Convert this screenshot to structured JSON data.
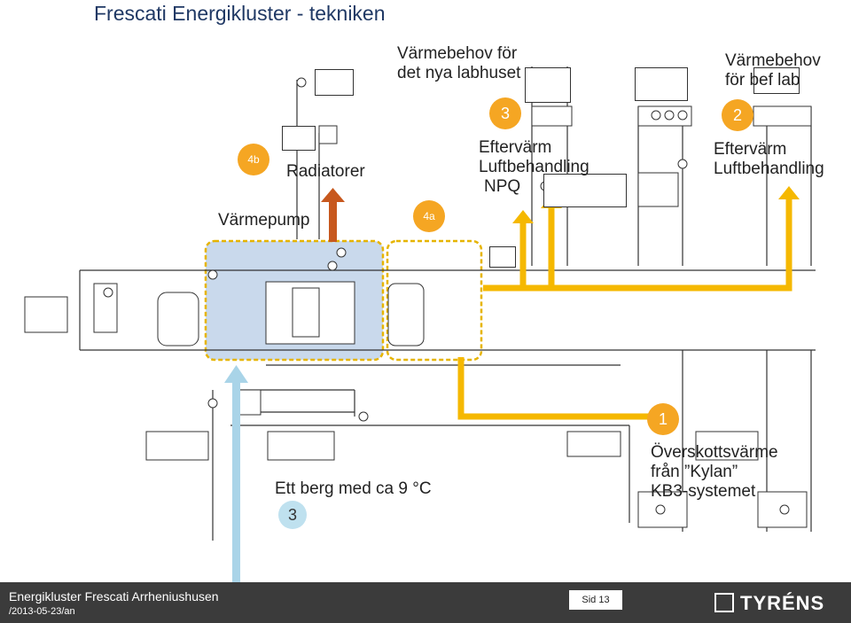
{
  "slide": {
    "title": "Frescati Energikluster - tekniken",
    "footer_title": "Energikluster Frescati Arrheniushusen",
    "footer_date": "/2013-05-23/an",
    "page_number": "Sid 13",
    "logo": "TYRÉNS"
  },
  "labels": {
    "varmebehov_nya": [
      "Värmebehov för",
      "det nya labhuset"
    ],
    "varmebehov_befl": [
      "Värmebehov",
      "för bef lab"
    ],
    "radiatorer": "Radiatorer",
    "varmepump": "Värmepump",
    "eftervarm_npq": [
      "Eftervärm",
      "Luftbehandling",
      "NPQ"
    ],
    "eftervarm_2": [
      "Eftervärm",
      "Luftbehandling"
    ],
    "berg": "Ett berg med ca 9 °C",
    "overskott": [
      "Överskottsvärme",
      "från ”Kylan”",
      "KB3-systemet"
    ]
  },
  "badges": {
    "b3": "3",
    "b2": "2",
    "b1": "1",
    "b4b": "4b",
    "b4a": "4a",
    "b3_blue": "3"
  },
  "colors": {
    "orange": "#f5b800",
    "dark_orange": "#c7581e",
    "light_blue": "#a9d4e8",
    "highlight_blue": "#c9d9ec",
    "dashed": "#f0b500"
  }
}
